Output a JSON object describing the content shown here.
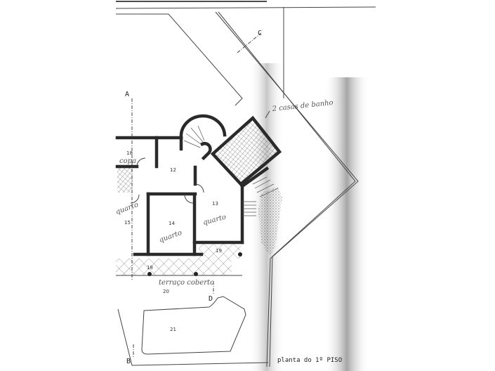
{
  "drawing": {
    "title": "planta do 1º PISO",
    "section_marks": [
      "A",
      "B",
      "C",
      "D"
    ],
    "rooms": [
      {
        "id": "18",
        "label": "18"
      },
      {
        "id": "12",
        "label": "12"
      },
      {
        "id": "13",
        "label": "13"
      },
      {
        "id": "14",
        "label": "14"
      },
      {
        "id": "15",
        "label": "15"
      },
      {
        "id": "19",
        "label": "19"
      },
      {
        "id": "18b",
        "label": "18"
      },
      {
        "id": "20",
        "label": "20"
      },
      {
        "id": "21",
        "label": "21"
      }
    ],
    "handwritten_notes": {
      "bathrooms": "2 casas de banho",
      "quarto_15": "quarto",
      "quarto_14": "quarto",
      "quarto_13": "quarto",
      "terrace": "terraço coberto",
      "kitchen": "copa"
    }
  }
}
